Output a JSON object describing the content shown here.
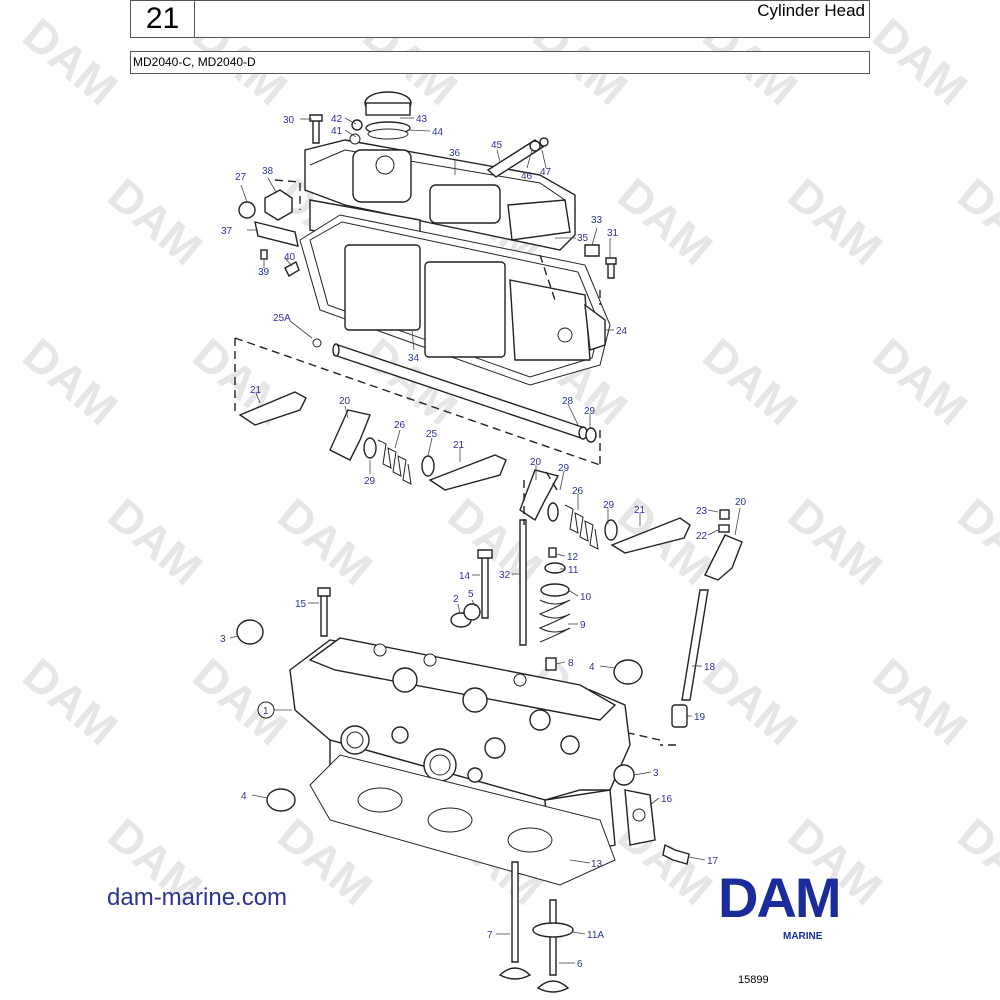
{
  "header": {
    "section_number": "21",
    "title": "Cylinder Head",
    "models": "MD2040-C, MD2040-D"
  },
  "watermark_text": "DAM",
  "footer": {
    "website": "dam-marine.com",
    "brand": "DAM",
    "brand_sub": "MARINE",
    "drawing_number": "15899"
  },
  "colors": {
    "label": "#2b3590",
    "brand": "#1b2b9c",
    "watermark": "#e6e6e6",
    "line": "#222222"
  },
  "part_labels": [
    "30",
    "42",
    "43",
    "41",
    "44",
    "36",
    "45",
    "46",
    "47",
    "27",
    "38",
    "37",
    "40",
    "39",
    "33",
    "31",
    "35",
    "24",
    "25A",
    "34",
    "21",
    "20",
    "26",
    "29",
    "25",
    "28",
    "29",
    "21",
    "20",
    "29",
    "26",
    "29",
    "21",
    "23",
    "22",
    "20",
    "12",
    "11",
    "14",
    "32",
    "10",
    "15",
    "2",
    "5",
    "9",
    "3",
    "8",
    "4",
    "18",
    "1",
    "19",
    "4",
    "3",
    "16",
    "17",
    "13",
    "7",
    "11A",
    "6"
  ],
  "highlighted_label": "1"
}
